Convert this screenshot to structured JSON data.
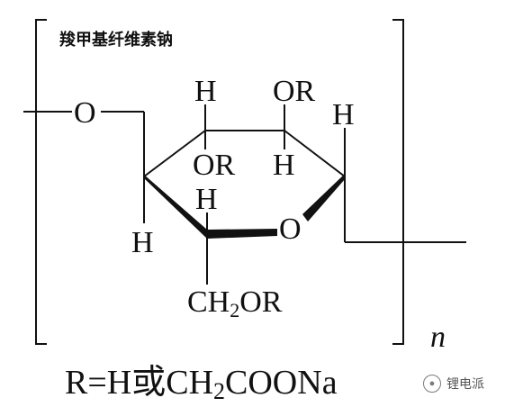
{
  "title": "羧甲基纤维素钠",
  "labels": {
    "o_left": "O",
    "h_top_left": "H",
    "or_top_right": "OR",
    "h_right": "H",
    "or_inner": "OR",
    "h_inner": "H",
    "h_lower_inner": "H",
    "o_ring": "O",
    "h_left": "H",
    "ch2or_ch": "CH",
    "ch2or_sub": "2",
    "ch2or_or": "OR",
    "n": "n"
  },
  "formula": {
    "prefix": "R=H或CH",
    "sub": "2",
    "suffix": "COONa"
  },
  "watermark": {
    "icon": "wechat-icon",
    "text": "锂电派"
  },
  "colors": {
    "ink": "#111111"
  }
}
